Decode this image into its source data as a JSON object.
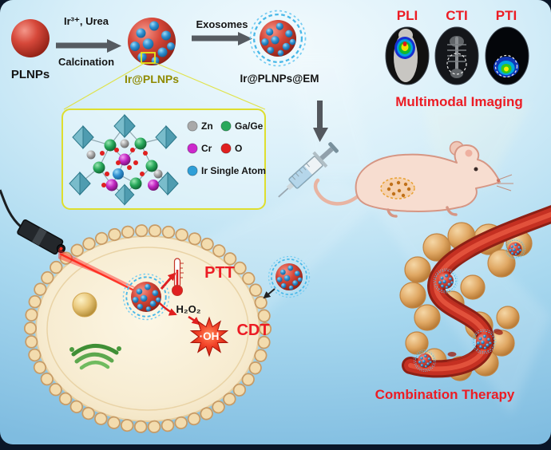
{
  "colors": {
    "accent_red": "#ec1c24",
    "ir_label_olive": "#8f8a00",
    "membrane_blue": "#49b8e8",
    "background_blue": "#a8d8ef"
  },
  "synthesis": {
    "plnps_label": "PLNPs",
    "step1_reagent": "Ir³⁺, Urea",
    "step1_process": "Calcination",
    "ir_plnps_label": "Ir@PLNPs",
    "step2_process": "Exosomes",
    "ir_plnps_em_label": "Ir@PLNPs@EM"
  },
  "imaging": {
    "modes": [
      {
        "label": "PLI"
      },
      {
        "label": "CTI"
      },
      {
        "label": "PTI"
      }
    ],
    "caption": "Multimodal Imaging"
  },
  "crystal_legend": {
    "items": [
      {
        "label": "Zn",
        "color": "#a9a9a9"
      },
      {
        "label": "Ga/Ge",
        "color": "#2aa85c"
      },
      {
        "label": "Cr",
        "color": "#cc28cc"
      },
      {
        "label": "O",
        "color": "#e02020"
      },
      {
        "label": "Ir Single Atom",
        "color": "#2f9fd8"
      }
    ]
  },
  "therapy": {
    "ptt_label": "PTT",
    "h2o2_label": "H₂O₂",
    "oh_label": "·OH",
    "cdt_label": "CDT",
    "caption": "Combination Therapy"
  }
}
